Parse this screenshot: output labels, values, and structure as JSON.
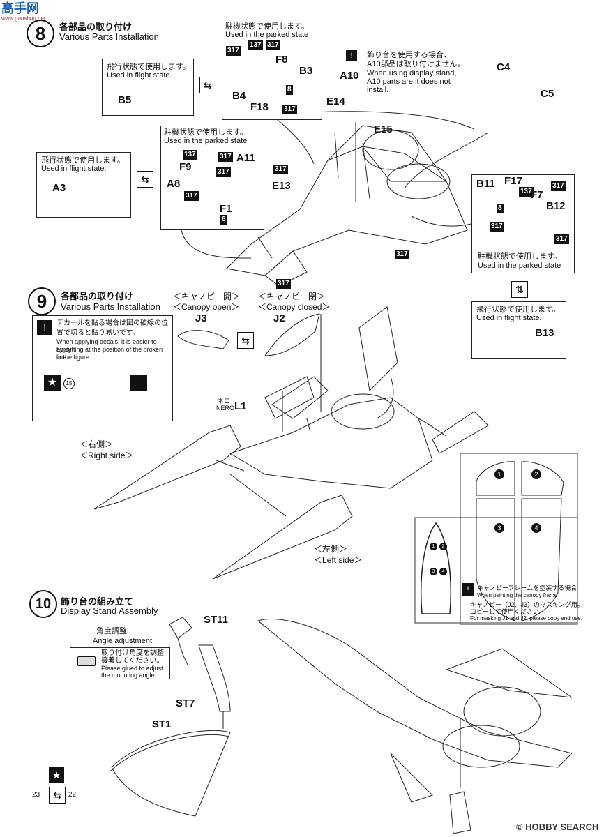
{
  "watermark": {
    "top": "高手网",
    "url": "www.gaoshou.net"
  },
  "step8": {
    "number": "8",
    "title_jp": "各部品の取り付け",
    "title_en": "Various Parts Installation",
    "box_flight1": {
      "jp": "飛行状態で使用します。",
      "en": "Used in flight state.",
      "part": "B5"
    },
    "box_parked1": {
      "jp": "駐機状態で使用します。",
      "en": "Used in the parked state",
      "parts": [
        "F8",
        "B3",
        "B4",
        "F18"
      ]
    },
    "display_note": {
      "jp1": "飾り台を使用する場合、",
      "jp2": "A10部品は取り付けません。",
      "en1": "When using display stand,",
      "en2": "A10 parts are it does not",
      "en3": "install.",
      "part": "A10"
    },
    "box_parked2": {
      "jp": "駐機状態で使用します。",
      "en": "Used in the parked state",
      "parts": [
        "A11",
        "F9",
        "A8",
        "F1"
      ]
    },
    "box_flight2": {
      "jp": "飛行状態で使用します。",
      "en": "Used in flight state.",
      "part": "A3"
    },
    "box_parked3": {
      "jp": "駐機状態で使用します。",
      "en": "Used in the parked state",
      "parts": [
        "B11",
        "F17",
        "F7",
        "B12"
      ]
    },
    "box_flight3": {
      "jp": "飛行状態で使用します。",
      "en": "Used in flight state.",
      "part": "B13"
    },
    "loose_parts": [
      "C4",
      "C5",
      "E14",
      "E15",
      "E13"
    ],
    "paint_codes": [
      "317",
      "137",
      "8"
    ]
  },
  "step9": {
    "number": "9",
    "title_jp": "各部品の取り付け",
    "title_en": "Various Parts Installation",
    "canopy_open_jp": "＜キャノピー開＞",
    "canopy_open_en": "＜Canopy open＞",
    "canopy_closed_jp": "＜キャノピー閉＞",
    "canopy_closed_en": "＜Canopy closed＞",
    "part_j3": "J3",
    "part_j2": "J2",
    "pilot_jp": "ネロ",
    "pilot_en": "NERO",
    "part_l1": "L1",
    "decal_note": {
      "jp1": "デカールを貼る場合は図の破線の位",
      "jp2": "置で切ると貼り易いです。",
      "en1": "When applying decals, it is easier to apply",
      "en2": "by cutting at the position of the broken line",
      "en3": "in the figure.",
      "decal_no": "15"
    },
    "right_side_jp": "＜右側＞",
    "right_side_en": "＜Right side＞",
    "left_side_jp": "＜左側＞",
    "left_side_en": "＜Left side＞",
    "mask_labels": [
      "1",
      "2",
      "3",
      "4"
    ],
    "mask_note": {
      "jp1": "キャノピーフレームを塗装する場合",
      "en1": "When painting the canopy frame",
      "jp2": "キャノピー（J2、J3）のマスキング用。",
      "jp3": "コピーして使用ください。",
      "en2": "For masking J1 and J2, please copy and use."
    }
  },
  "step10": {
    "number": "10",
    "title_jp": "飾り台の組み立て",
    "title_en": "Display Stand Assembly",
    "angle_jp": "角度調整",
    "angle_en": "Angle adjustment",
    "glue_note": {
      "jp1": "取り付け角度を調整して",
      "jp2": "接着してください。",
      "en1": "Please glued to adjust",
      "en2": "the mounting angle."
    },
    "parts": [
      "ST11",
      "ST7",
      "ST1"
    ],
    "decal_refs": [
      "23",
      "22"
    ]
  },
  "footer": {
    "brand": "HOBBY SEARCH"
  }
}
